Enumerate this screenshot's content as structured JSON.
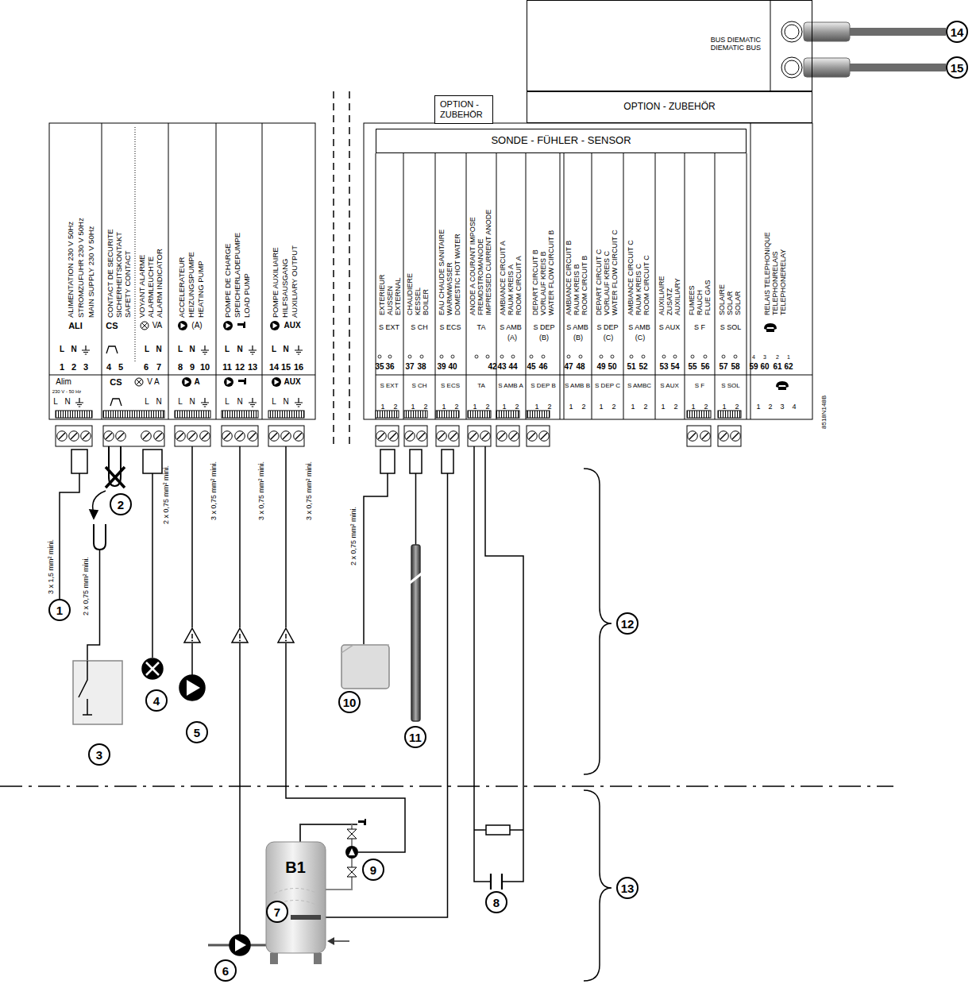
{
  "diagram": {
    "nodes": [
      {
        "text": [
          "BUS DIEMATIC DIEMATIC BUS"
        ]
      },
      {
        "text": [
          "OPTION - ZUBEHÖR"
        ]
      },
      {
        "text": [
          "OPTION - ZUBEHÖR"
        ]
      },
      {
        "text": [
          "SONDE - FÜHLER - SENSOR"
        ]
      },
      {
        "text": [
          "1"
        ]
      },
      {
        "text": [
          "2"
        ]
      },
      {
        "text": [
          "3"
        ]
      },
      {
        "text": [
          "4"
        ]
      },
      {
        "text": [
          "5"
        ]
      },
      {
        "text": [
          "6"
        ]
      },
      {
        "text": [
          "7"
        ]
      },
      {
        "text": [
          "8"
        ]
      },
      {
        "text": [
          "9"
        ]
      },
      {
        "text": [
          "10"
        ]
      },
      {
        "text": [
          "11"
        ]
      },
      {
        "text": [
          "12"
        ]
      },
      {
        "text": [
          "13"
        ]
      },
      {
        "text": [
          "14"
        ]
      },
      {
        "text": [
          "15"
        ]
      }
    ],
    "edges": [
      {
        "from": 0,
        "to": 17,
        "arrow": "none"
      },
      {
        "from": 0,
        "to": 18,
        "arrow": "none"
      }
    ],
    "labels": [
      "ALIMENTATION 230 V 50Hz",
      "STROMZUFUHR 230 V 50Hz",
      "MAIN SUPPLY 230 V 50Hz",
      "CONTACT DE SECURITE",
      "SICHERHEITSKONTAKT",
      "SAFETY CONTACT",
      "VOYANT ALARME",
      "ALARMLEUCHTE",
      "ALARM INDICATOR",
      "ACCELERATEUR",
      "HEIZUNGSPUMPE",
      "HEATING PUMP",
      "POMPE DE CHARGE",
      "SPEICHERLADEPUMPE",
      "LOAD PUMP",
      "POMPE AUXILIAIRE",
      "HILFSAUSGANG",
      "AUXILIARY OUTPUT",
      "ALI",
      "CS",
      "VA",
      "(A)",
      "AUX",
      "L",
      "N",
      "L",
      "N",
      "L",
      "N",
      "L",
      "N",
      "L",
      "N",
      "1",
      "2",
      "3",
      "4",
      "5",
      "6",
      "7",
      "8",
      "9",
      "10",
      "11",
      "12",
      "13",
      "14",
      "15",
      "16",
      "Alim",
      "230 V - 50 Hz",
      "CS",
      "V A",
      "A",
      "AUX",
      "L",
      "N",
      "L",
      "N",
      "L",
      "N",
      "L",
      "N",
      "L",
      "N",
      "EXTERIEUR",
      "AUSSEN",
      "EXTERNAL",
      "CHAUDIERE",
      "KESSEL",
      "BOILER",
      "EAU CHAUDE SANITAIRE",
      "WARMWASSER",
      "DOMESTIC HOT WATER",
      "ANODE A COURANT IMPOSE",
      "FREMDSTROMANODE",
      "IMPRESSED CURRENT ANODE",
      "AMBIANCE CIRCUIT A",
      "RAUM KREIS A",
      "ROOM CIRCUIT A",
      "DEPART CIRCUIT B",
      "VORLAUF KREIS B",
      "WATER FLOW CIRCUIT B",
      "AMBIANCE CIRCUIT B",
      "RAUM KREIS B",
      "ROOM CIRCUIT B",
      "DEPART CIRCUIT C",
      "VORLAUF KREIS C",
      "WATER FLOW CIRCUIT C",
      "AMBIANCE CIRCUIT C",
      "RAUM KREIS C",
      "ROOM CIRCUIT C",
      "AUXILIAIRE",
      "ZUSATZ",
      "AUXILIARY",
      "FUMEES",
      "RAUCH",
      "FLUE GAS",
      "SOLAIRE",
      "SOLAR",
      "SOLAR",
      "RELAIS TELEPHONIQUE",
      "TELEPHONRELAIS",
      "TELEPHONERELAY",
      "S EXT",
      "S CH",
      "S ECS",
      "TA",
      "S AMB",
      "(A)",
      "S DEP",
      "(B)",
      "S AMB",
      "(B)",
      "S DEP",
      "(C)",
      "S AMB",
      "(C)",
      "S AUX",
      "S F",
      "S SOL",
      "35",
      "36",
      "37",
      "38",
      "39",
      "40",
      "42",
      "43",
      "44",
      "45",
      "46",
      "47",
      "48",
      "49",
      "50",
      "51",
      "52",
      "53",
      "54",
      "55",
      "56",
      "57",
      "58",
      "59",
      "60",
      "61",
      "62",
      "4",
      "3",
      "2",
      "1",
      "S EXT",
      "S CH",
      "S ECS",
      "TA",
      "S AMB A",
      "S DEP B",
      "S AMB B",
      "S DEP C",
      "S AMBC",
      "S AUX",
      "S F",
      "S SOL",
      "1",
      "2",
      "1",
      "2",
      "1",
      "2",
      "1",
      "2",
      "1",
      "2",
      "1",
      "2",
      "1",
      "2",
      "1",
      "2",
      "1",
      "2",
      "1",
      "2",
      "1",
      "2",
      "1",
      "2",
      "1",
      "2",
      "3",
      "4",
      "8518N148B",
      "3 x 1,5 mm² mini.",
      "2 x 0,75 mm² mini.",
      "2 x 0,75 mm² mini.",
      "3 x 0,75 mm² mini.",
      "3 x 0,75 mm² mini.",
      "3 x 0,75 mm² mini.",
      "2 x 0,75 mm² mini.",
      "B1"
    ]
  }
}
